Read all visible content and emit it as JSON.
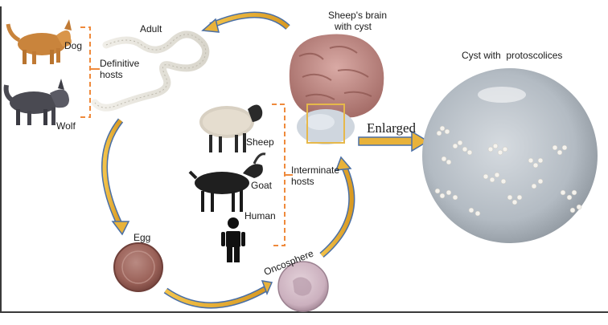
{
  "labels": {
    "dog": "Dog",
    "wolf": "Wolf",
    "adult": "Adult",
    "definitive_hosts_line1": "Definitive",
    "definitive_hosts_line2": "hosts",
    "sheeps_brain_line1": "Sheep's brain",
    "sheeps_brain_line2": "with cyst",
    "sheep": "Sheep",
    "goat": "Goat",
    "human": "Human",
    "interminate_hosts_line1": "Interminate",
    "interminate_hosts_line2": "hosts",
    "egg": "Egg",
    "oncosphere": "Oncosphere",
    "enlarged": "Enlarged",
    "cyst_with_protoscolices": "Cyst with  protoscolices"
  },
  "colors": {
    "arrow_gold": "#e8b23a",
    "arrow_blue": "#4a6fa5",
    "bracket_orange": "#ef8a3c",
    "highlight_box": "#e6b84a"
  }
}
